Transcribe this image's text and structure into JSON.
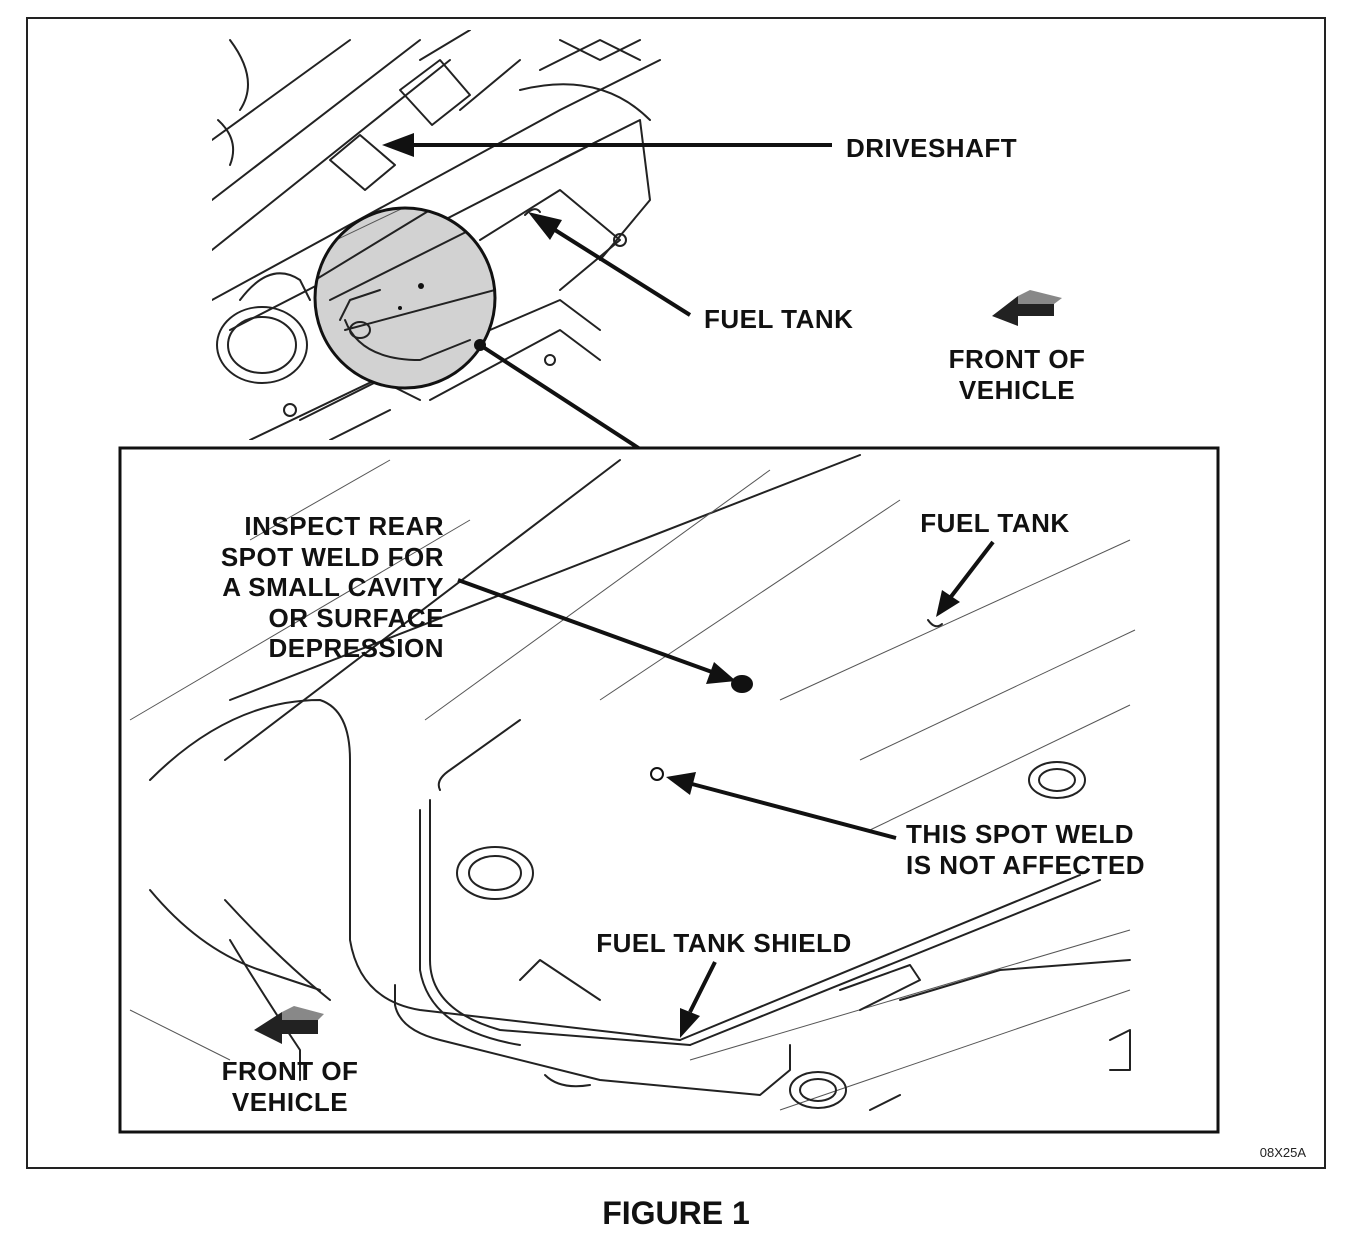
{
  "overview": {
    "driveshaft_label": "DRIVESHAFT",
    "fuel_tank_label": "FUEL TANK",
    "front_of_vehicle_line1": "FRONT OF",
    "front_of_vehicle_line2": "VEHICLE"
  },
  "detail": {
    "inspect_lines": [
      "INSPECT REAR",
      "SPOT WELD FOR",
      "A SMALL CAVITY",
      "OR SURFACE",
      "DEPRESSION"
    ],
    "fuel_tank_label": "FUEL TANK",
    "not_affected_line1": "THIS SPOT WELD",
    "not_affected_line2": "IS NOT AFFECTED",
    "shield_label": "FUEL TANK SHIELD",
    "front_of_vehicle_line1": "FRONT OF",
    "front_of_vehicle_line2": "VEHICLE"
  },
  "figure_code": "08X25A",
  "caption": "FIGURE 1",
  "colors": {
    "ink": "#111111",
    "highlight": "#cfcfcf",
    "background": "#ffffff"
  }
}
